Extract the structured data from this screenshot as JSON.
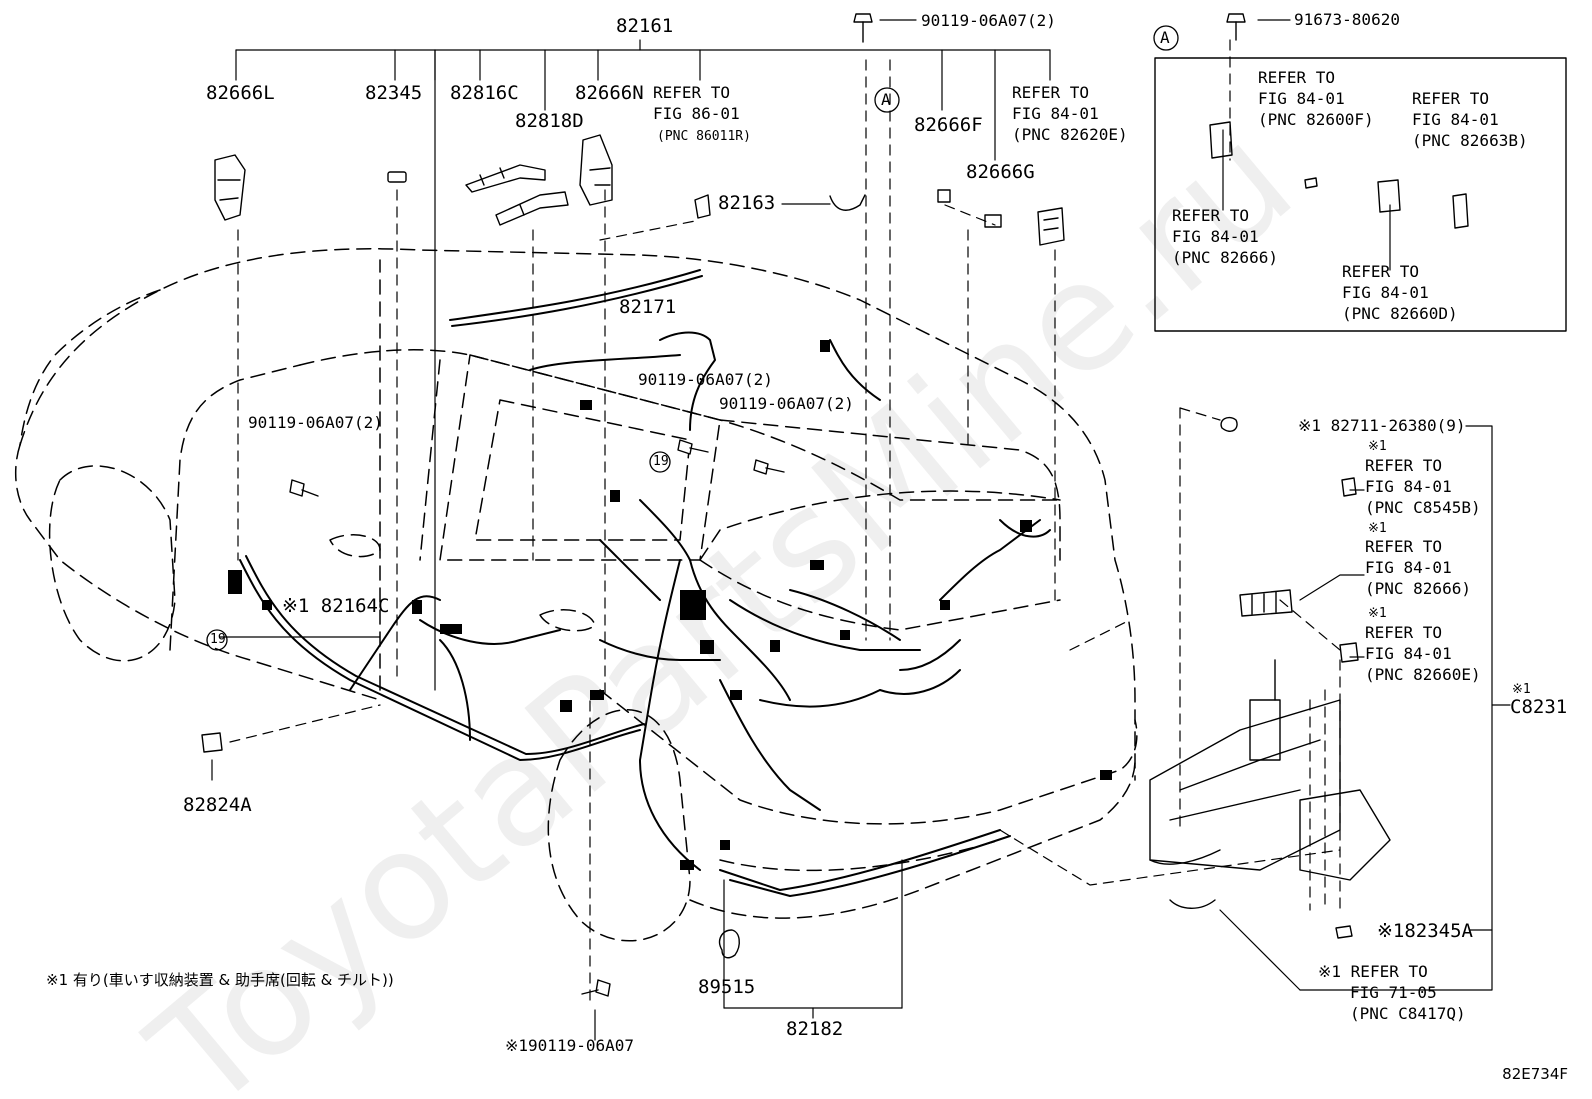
{
  "watermark": "ToyotaPartsMine.ru",
  "diagram_code": "82E734F",
  "footnote": "※1 有り(車いす収納装置 & 助手席(回転 & チルト))",
  "circle_markers": {
    "A": "A",
    "n19": "19"
  },
  "labels": {
    "p82161": "82161",
    "p90119_top": "90119-06A07(2)",
    "p82666L": "82666L",
    "p82345": "82345",
    "p82816C": "82816C",
    "p82818D": "82818D",
    "p82666N": "82666N",
    "ref_86_01": [
      "REFER TO",
      "FIG 86-01",
      "(PNC 86011R)"
    ],
    "p82666F": "82666F",
    "p82666G": "82666G",
    "ref_84_01_82620E": [
      "REFER TO",
      "FIG 84-01",
      "(PNC 82620E)"
    ],
    "p82163": "82163",
    "p82171": "82171",
    "p90119_mid": "90119-06A07(2)",
    "p90119_mid2": "90119-06A07(2)",
    "p90119_left": "90119-06A07(2)",
    "p82164C": "※1 82164C",
    "p82824A": "82824A",
    "p89515": "89515",
    "p82182": "82182",
    "p90119_bottom": "※190119-06A07",
    "inset_91673": "91673-80620",
    "inset_ref_82600F": [
      "REFER TO",
      "FIG 84-01",
      "(PNC 82600F)"
    ],
    "inset_ref_82663B": [
      "REFER TO",
      "FIG 84-01",
      "(PNC 82663B)"
    ],
    "inset_ref_82666": [
      "REFER TO",
      "FIG 84-01",
      "(PNC 82666)"
    ],
    "inset_ref_82660D": [
      "REFER TO",
      "FIG 84-01",
      "(PNC 82660D)"
    ],
    "p82711": "※1 82711-26380(9)",
    "ref_C8545B": [
      "※1",
      "REFER TO",
      "FIG 84-01",
      "(PNC C8545B)"
    ],
    "ref_82666_r": [
      "※1",
      "REFER TO",
      "FIG 84-01",
      "(PNC 82666)"
    ],
    "ref_82660E": [
      "※1",
      "REFER TO",
      "FIG 84-01",
      "(PNC 82660E)"
    ],
    "p8231": "※1",
    "p8231b": "C8231",
    "p82345A": "※182345A",
    "ref_C8417Q": [
      "※1 REFER TO",
      "FIG 71-05",
      "(PNC C8417Q)"
    ]
  }
}
